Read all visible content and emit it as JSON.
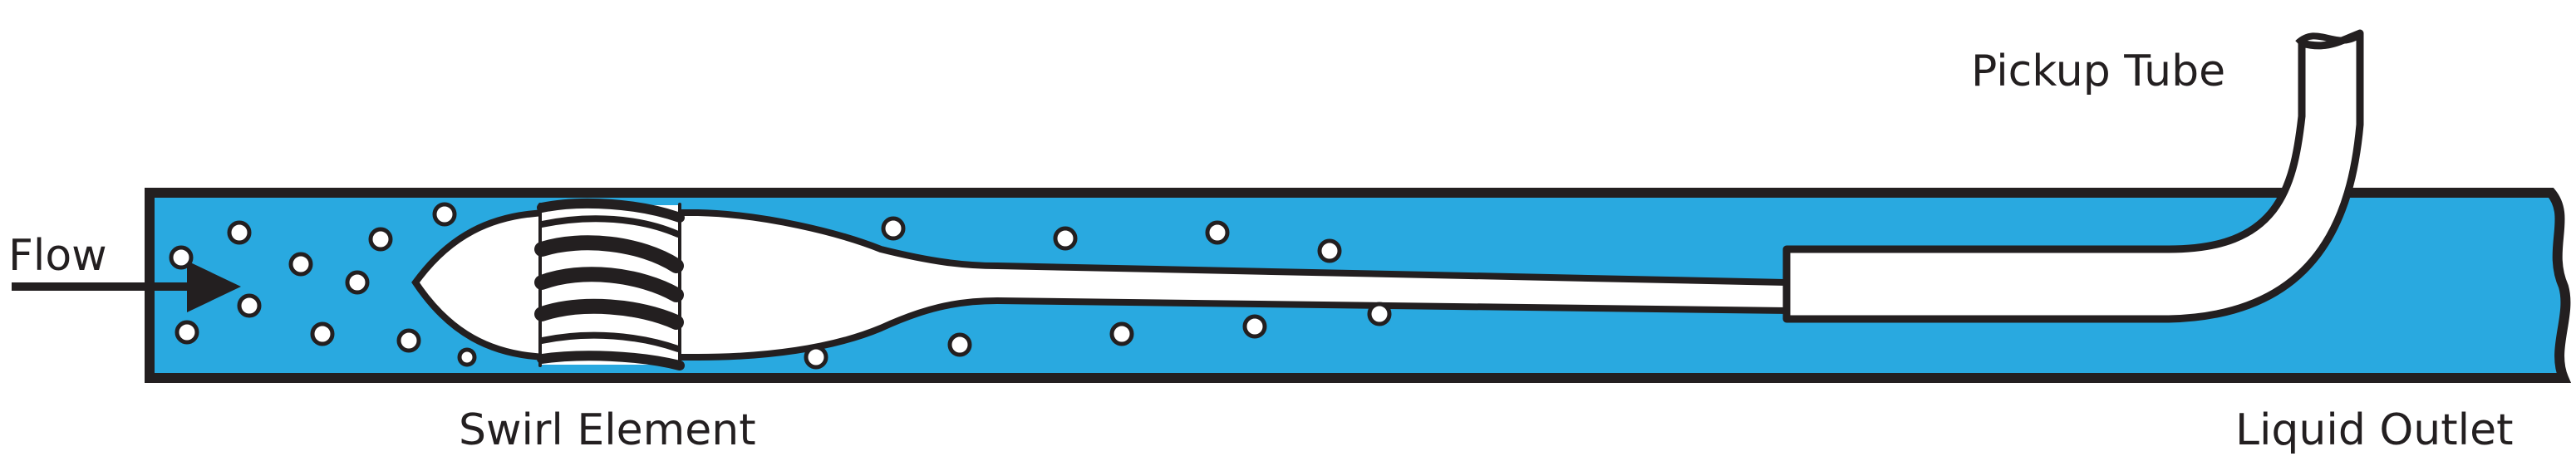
{
  "labels": {
    "flow": "Flow",
    "pickup_tube": "Pickup Tube",
    "swirl_element": "Swirl Element",
    "liquid_outlet": "Liquid Outlet"
  },
  "colors": {
    "liquid": "#29a9e0",
    "outline": "#231f20",
    "background": "#ffffff"
  }
}
